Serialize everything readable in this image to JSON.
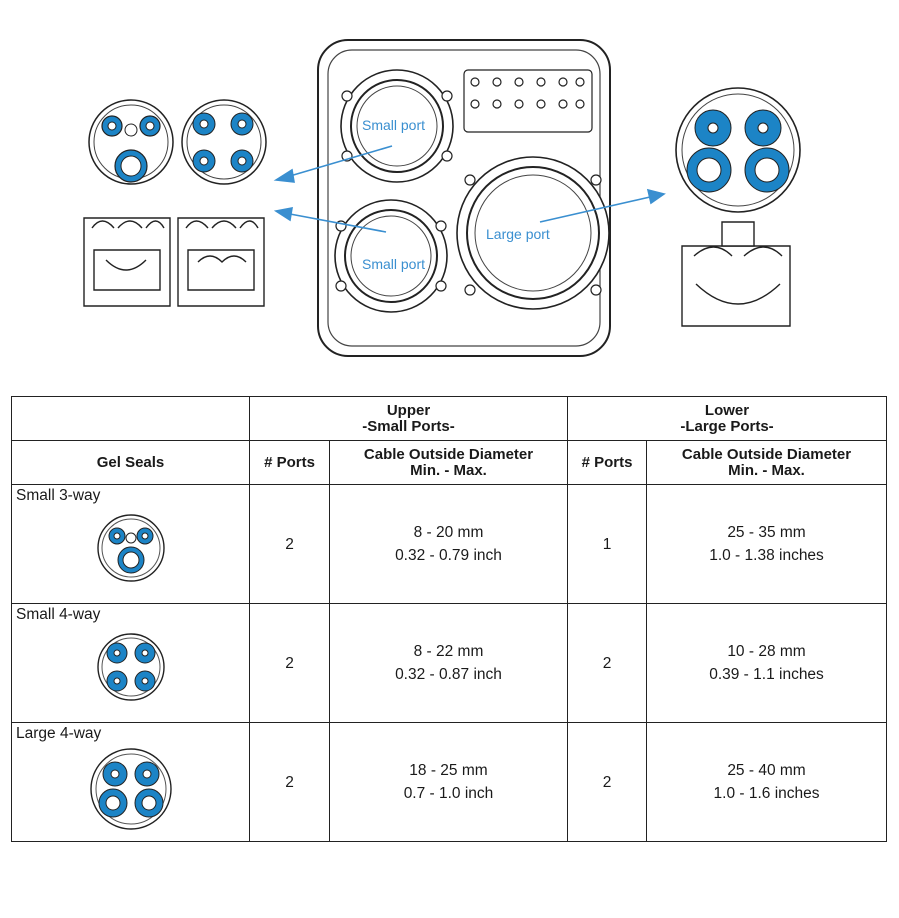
{
  "callouts": {
    "small_port_upper": "Small port",
    "small_port_lower": "Small port",
    "large_port": "Large port"
  },
  "colors": {
    "accent": "#3a8fd0",
    "seal_blue": "#1c84c6",
    "line": "#222222"
  },
  "table": {
    "group_upper": [
      "Upper",
      "-Small Ports-"
    ],
    "group_lower": [
      "Lower",
      "-Large Ports-"
    ],
    "col_gel_seals": "Gel Seals",
    "col_ports": "# Ports",
    "col_diameter": [
      "Cable Outside Diameter",
      "Min. - Max."
    ],
    "rows": [
      {
        "name": "Small 3-way",
        "icon": "small-3-way-seal-icon",
        "upper_ports": "2",
        "upper_mm": "8 - 20 mm",
        "upper_inch": "0.32 - 0.79 inch",
        "lower_ports": "1",
        "lower_mm": "25 - 35 mm",
        "lower_inch": "1.0 - 1.38 inches"
      },
      {
        "name": "Small 4-way",
        "icon": "small-4-way-seal-icon",
        "upper_ports": "2",
        "upper_mm": "8 - 22 mm",
        "upper_inch": "0.32 - 0.87 inch",
        "lower_ports": "2",
        "lower_mm": "10 - 28 mm",
        "lower_inch": "0.39 - 1.1 inches"
      },
      {
        "name": "Large 4-way",
        "icon": "large-4-way-seal-icon",
        "upper_ports": "2",
        "upper_mm": "18 - 25 mm",
        "upper_inch": "0.7 - 1.0 inch",
        "lower_ports": "2",
        "lower_mm": "25 - 40 mm",
        "lower_inch": "1.0 - 1.6 inches"
      }
    ]
  }
}
